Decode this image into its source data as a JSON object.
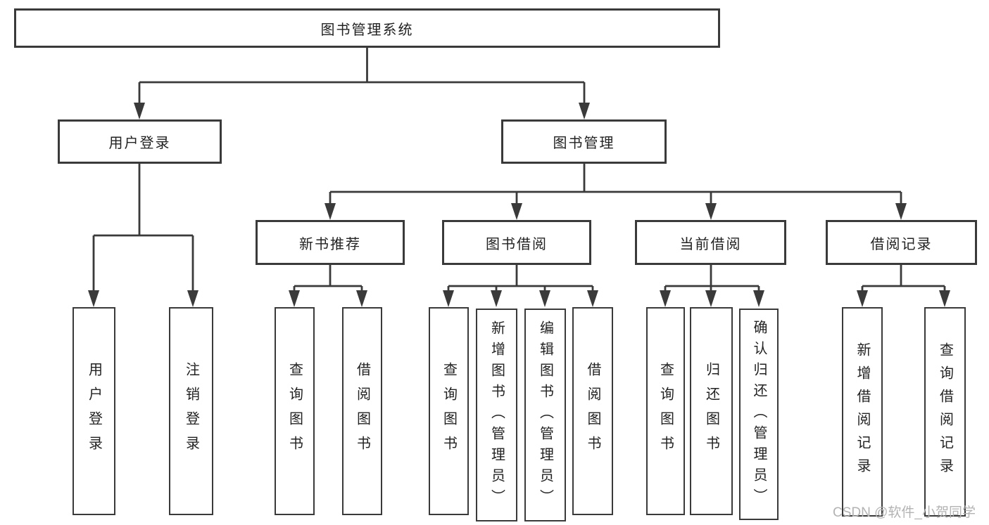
{
  "colors": {
    "line": "#3a3a3a",
    "box_border": "#3a3a3a",
    "text": "#222222",
    "watermark": "#b3b3b3",
    "background": "#ffffff"
  },
  "root": {
    "label": "图书管理系统"
  },
  "branches": [
    {
      "label": "用户登录",
      "children": [
        {
          "label": "用户登录"
        },
        {
          "label": "注销登录"
        }
      ]
    },
    {
      "label": "图书管理",
      "sections": [
        {
          "label": "新书推荐",
          "children": [
            {
              "label": "查询图书"
            },
            {
              "label": "借阅图书"
            }
          ]
        },
        {
          "label": "图书借阅",
          "children": [
            {
              "label": "查询图书"
            },
            {
              "label": "新增图书（管理员）"
            },
            {
              "label": "编辑图书（管理员）"
            },
            {
              "label": "借阅图书"
            }
          ]
        },
        {
          "label": "当前借阅",
          "children": [
            {
              "label": "查询图书"
            },
            {
              "label": "归还图书"
            },
            {
              "label": "确认归还（管理员）"
            }
          ]
        },
        {
          "label": "借阅记录",
          "children": [
            {
              "label": "新增借阅记录"
            },
            {
              "label": "查询借阅记录"
            }
          ]
        }
      ]
    }
  ],
  "watermark": "CSDN @软件_小贺同学"
}
